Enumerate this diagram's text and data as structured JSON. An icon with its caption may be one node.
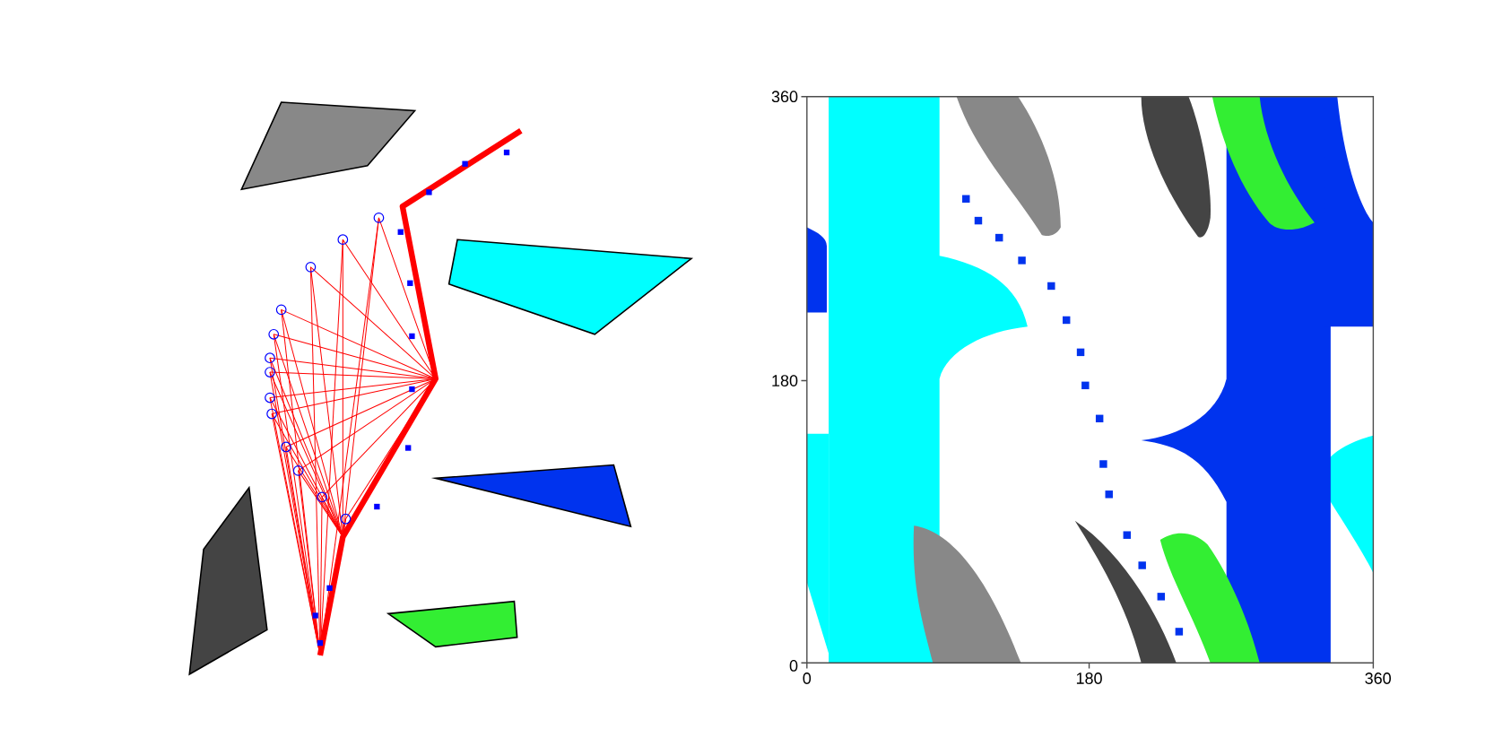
{
  "diagram": {
    "labels": [
      "360",
      "180",
      "0",
      "0",
      "180",
      "360"
    ]
  }
}
